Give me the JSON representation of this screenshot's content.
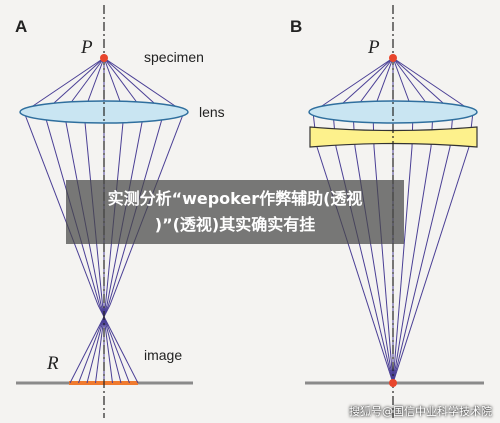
{
  "panels": [
    {
      "label": "A",
      "point_label": "P",
      "image_point_label": "R"
    },
    {
      "label": "B",
      "point_label": "P"
    }
  ],
  "annotations": {
    "specimen": "specimen",
    "lens": "lens",
    "image": "image"
  },
  "overlay": {
    "line1": "实测分析“wepoker作弊辅助(透视",
    "line2": ")”(透视)其实确实有挂"
  },
  "watermark": "搜狐号@国信中业科学技术院",
  "colors": {
    "ray": "#4a3f95",
    "lens_fill": "#c9e5f2",
    "lens_stroke": "#2f6f9e",
    "corrector_fill": "#fdf18c",
    "corrector_stroke": "#333333",
    "image_bar": "#f07a2e",
    "point": "#e8452c",
    "axis": "#222222",
    "baseline": "#8a8a8a"
  }
}
